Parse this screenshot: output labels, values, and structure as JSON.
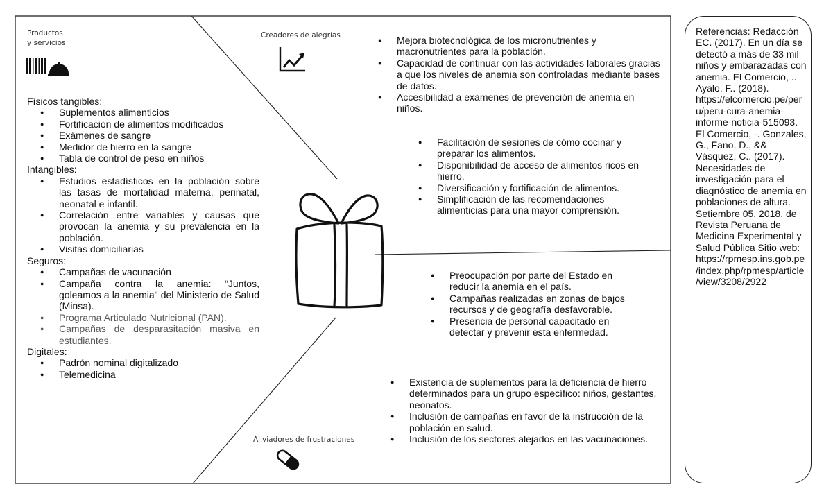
{
  "products": {
    "label_line1": "Productos",
    "label_line2": "y servicios",
    "icon": "barcode-bell-icon",
    "categories": [
      {
        "title": "Físicos tangibles:",
        "items": [
          "Suplementos alimenticios",
          "Fortificación de alimentos modificados",
          "Exámenes de sangre",
          "Medidor de hierro en la sangre",
          "Tabla de control de peso en niños"
        ]
      },
      {
        "title": "Intangibles:",
        "items": [
          "Estudios estadísticos en la población sobre las tasas de mortalidad materna, perinatal, neonatal e infantil.",
          "Correlación entre variables y causas que provocan la anemia y su prevalencia en la población.",
          "Visitas domiciliarias"
        ]
      },
      {
        "title": "Seguros:",
        "items": [
          "Campañas de vacunación",
          "Campaña contra la anemia: “Juntos, goleamos a la anemia\" del Ministerio de Salud (Minsa).",
          "Programa Articulado Nutricional (PAN).",
          "Campañas de desparasitación masiva en estudiantes."
        ]
      },
      {
        "title": "Digitales:",
        "items": [
          "Padrón nominal digitalizado",
          "Telemedicina"
        ]
      }
    ]
  },
  "gain_creators": {
    "label": "Creadores de alegrías",
    "icon": "rising-chart-icon",
    "items_primary": [
      "Mejora biotecnológica de los micronutrientes y macronutrientes para la población.",
      "Capacidad de continuar con las actividades laborales gracias a que los niveles de anemia son controladas mediante bases de datos.",
      "Accesibilidad a exámenes de prevención de anemia en niños."
    ],
    "items_secondary": [
      "Facilitación de sesiones de cómo cocinar y preparar los alimentos.",
      "Disponibilidad de acceso de alimentos ricos en hierro.",
      "Diversificación y fortificación de alimentos.",
      "Simplificación de las recomendaciones alimenticias para una mayor comprensión."
    ]
  },
  "center": {
    "icon": "gift-icon",
    "items": [
      "Preocupación por parte del Estado en reducir la anemia en el país.",
      "Campañas realizadas en zonas de bajos recursos y de geografía desfavorable.",
      "Presencia de personal capacitado en detectar y prevenir esta enfermedad."
    ]
  },
  "pain_relievers": {
    "label": "Aliviadores de frustraciones",
    "icon": "pill-icon",
    "items": [
      "Existencia de suplementos para la deficiencia de hierro determinados para un grupo específico: niños, gestantes, neonatos.",
      "Inclusión de campañas en favor de la instrucción de la población en salud.",
      "Inclusión de los sectores alejados en las vacunaciones."
    ]
  },
  "references": {
    "text": "Referencias: Redacción EC. (2017). En un día se detectó a más de 33 mil niños y embarazadas con anemia. El Comercio, .. Ayalo, F.. (2018). https://elcomercio.pe/peru/peru-cura-anemia-informe-noticia-515093. El Comercio, -. Gonzales, G., Fano, D., && Vásquez, C.. (2017). Necesidades de investigación para el diagnóstico de anemia en poblaciones de altura. Setiembre 05, 2018, de Revista Peruana de Medicina Experimental y Salud Pública Sitio web: https://rpmesp.ins.gob.pe/index.php/rpmesp/article/view/3208/2922"
  }
}
